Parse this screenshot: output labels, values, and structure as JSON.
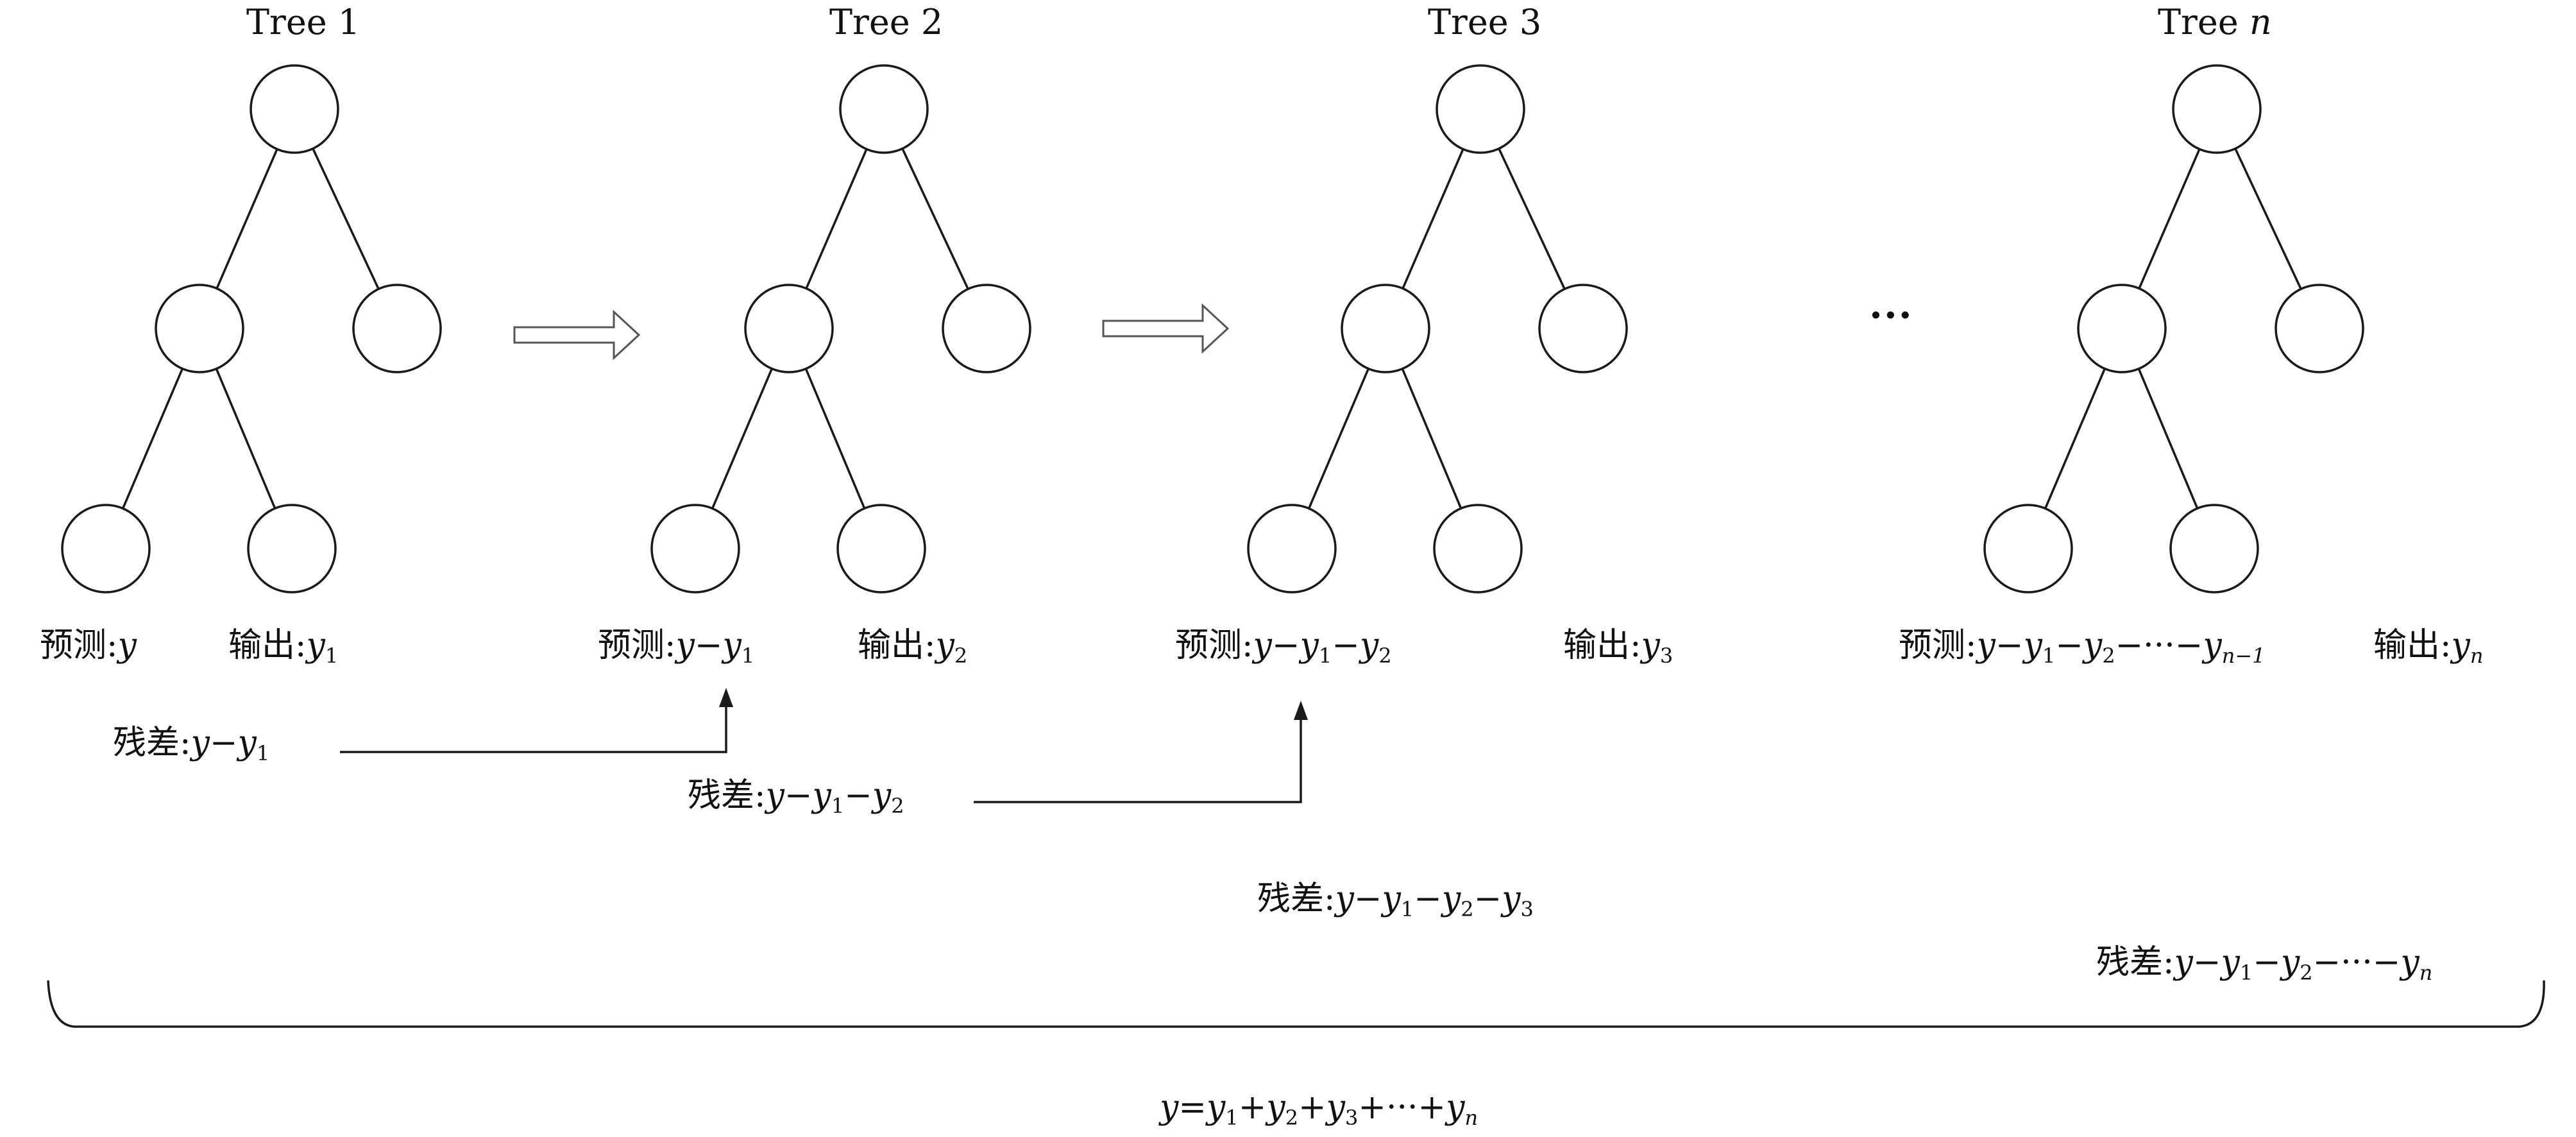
{
  "trees": [
    {
      "title": "Tree 1",
      "pred_prefix": "预测:",
      "pred": "y",
      "out_prefix": "输出:",
      "out_var": "y",
      "out_sub": "1"
    },
    {
      "title": "Tree 2",
      "pred_prefix": "预测:",
      "pred": "y−y",
      "pred_sub": "1",
      "out_prefix": "输出:",
      "out_var": "y",
      "out_sub": "2"
    },
    {
      "title": "Tree 3",
      "pred_prefix": "预测:",
      "out_prefix": "输出:",
      "out_var": "y",
      "out_sub": "3"
    },
    {
      "title_prefix": "Tree ",
      "title_var": "n",
      "pred_prefix": "预测:",
      "out_prefix": "输出:",
      "out_var": "y",
      "out_sub": "n"
    }
  ],
  "ellipsis": "···",
  "residual_prefix": "残差:",
  "formula": {
    "lhs": "y=",
    "terms_sub": [
      "1",
      "2",
      "3"
    ],
    "ellipsis": "···",
    "last_sub": "n"
  },
  "sym": {
    "y": "y",
    "minus": "−",
    "plus": "+",
    "dots": "···",
    "n_minus_1": "n−1"
  }
}
